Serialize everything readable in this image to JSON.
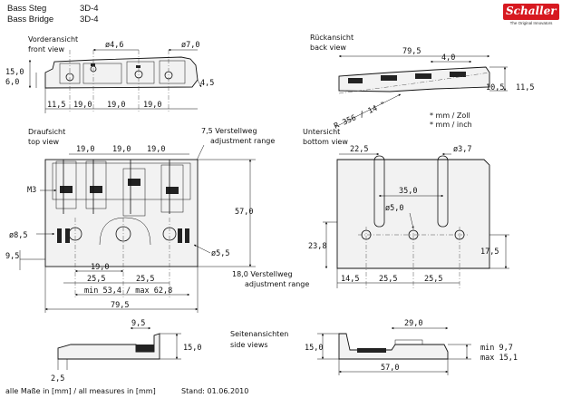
{
  "header": {
    "title_de": "Bass Steg",
    "title_en": "Bass Bridge",
    "model_de": "3D-4",
    "model_en": "3D-4"
  },
  "logo": {
    "brand": "Schaller",
    "tagline": "The Original Innovators",
    "color": "#d71920"
  },
  "front_view": {
    "label_de": "Vorderansicht",
    "label_en": "front view",
    "dims": {
      "hole_a": "ø4,6",
      "hole_b": "ø7,0",
      "height_total": "15,0",
      "height_low": "6,0",
      "right_edge": "4,5",
      "pitch_first": "11,5",
      "pitch_1": "19,0",
      "pitch_2": "19,0",
      "pitch_3": "19,0"
    }
  },
  "back_view": {
    "label_de": "Rückansicht",
    "label_en": "back view",
    "dims": {
      "width": "79,5",
      "offset": "4,0",
      "height_a": "10,5",
      "height_b": "11,5",
      "radius": "R 356 / 14 \""
    },
    "note_mm": "* mm / Zoll",
    "note_inch": "* mm / inch"
  },
  "top_view": {
    "label_de": "Draufsicht",
    "label_en": "top view",
    "adjust_de": "7,5 Verstellweg",
    "adjust_en": "adjustment range",
    "adjust2_de": "18,0 Verstellweg",
    "adjust2_en": "adjustment range",
    "screw": "M3",
    "dims": {
      "pitch_1": "19,0",
      "pitch_2": "19,0",
      "pitch_3": "19,0",
      "depth": "57,0",
      "hole_small": "ø8,5",
      "left_offset": "9,5",
      "hole_screw": "ø5,5",
      "screw_pitch": "19,0",
      "screw_span_l": "25,5",
      "screw_span_r": "25,5",
      "min_max": "min 53,4 / max 62,8",
      "width": "79,5"
    }
  },
  "bottom_view": {
    "label_de": "Untersicht",
    "label_en": "bottom view",
    "dims": {
      "left_slot": "22,5",
      "slot_dia": "ø3,7",
      "center_span": "35,0",
      "hole_dia": "ø5,0",
      "height_left": "23,8",
      "height_right": "17,5",
      "base_1": "14,5",
      "base_2": "25,5",
      "base_3": "25,5"
    }
  },
  "side_views": {
    "label_de": "Seitenansichten",
    "label_en": "side views",
    "left": {
      "top": "9,5",
      "height": "15,0",
      "bottom": "2,5"
    },
    "right": {
      "top": "29,0",
      "height": "15,0",
      "length": "57,0",
      "min": "min 9,7",
      "max": "max 15,1"
    }
  },
  "footer": {
    "units": "alle Maße in [mm] / all measures in [mm]",
    "stand": "Stand: 01.06.2010"
  }
}
